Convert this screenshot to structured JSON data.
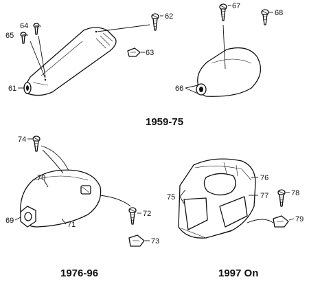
{
  "groups": [
    {
      "caption": "1959-75",
      "labels": {
        "p61": "61",
        "p62": "62",
        "p63": "63",
        "p64": "64",
        "p65": "65",
        "p66": "66",
        "p67": "67",
        "p68": "68"
      }
    },
    {
      "caption": "1976-96",
      "labels": {
        "p69": "69",
        "p70": "70",
        "p71": "71",
        "p72": "72",
        "p73": "73",
        "p74": "74"
      }
    },
    {
      "caption": "1997 On",
      "labels": {
        "p75": "75",
        "p76": "76",
        "p77": "77",
        "p78": "78",
        "p79": "79"
      }
    }
  ]
}
